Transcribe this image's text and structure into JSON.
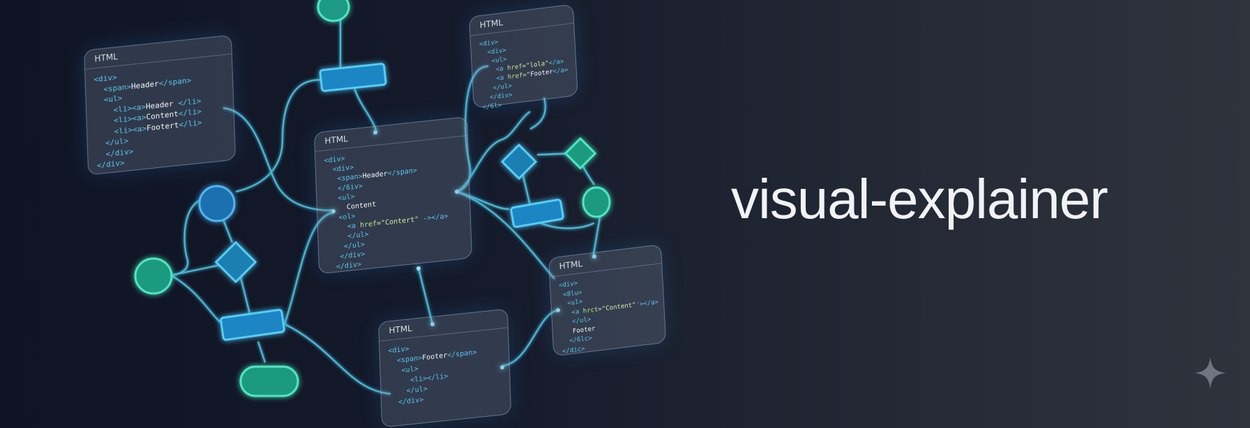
{
  "brand": {
    "title": "visual-explainer"
  },
  "colors": {
    "accent_blue": "#3ab8f0",
    "accent_green": "#3be0b0",
    "connector": "#4fc7e6",
    "title": "#f1f3f6"
  },
  "icons": {
    "sparkle": "sparkle-icon"
  },
  "cards": [
    {
      "header": "HTML",
      "lines": [
        [
          [
            "<div>",
            "tag"
          ]
        ],
        [
          [
            "  <span>",
            "tag"
          ],
          [
            "Header",
            "txt"
          ],
          [
            "</span>",
            "tag"
          ]
        ],
        [
          [
            "  <ul>",
            "tag"
          ]
        ],
        [
          [
            "    <li><a>",
            "tag"
          ],
          [
            "Header ",
            "txt"
          ],
          [
            "</li>",
            "tag"
          ]
        ],
        [
          [
            "    <li><a>",
            "tag"
          ],
          [
            "Content",
            "txt"
          ],
          [
            "</li>",
            "tag"
          ]
        ],
        [
          [
            "    <li><a>",
            "tag"
          ],
          [
            "Footert",
            "txt"
          ],
          [
            "</li>",
            "tag"
          ]
        ],
        [
          [
            "  </ul>",
            "tag"
          ]
        ],
        [
          [
            "  </div>",
            "tag"
          ]
        ],
        [
          [
            "</div>",
            "tag"
          ]
        ]
      ]
    },
    {
      "header": "HTML",
      "lines": [
        [
          [
            "<div>",
            "tag"
          ]
        ],
        [
          [
            "  <div>",
            "tag"
          ]
        ],
        [
          [
            "   <ul>",
            "tag"
          ]
        ],
        [
          [
            "    <a ",
            "tag"
          ],
          [
            "href",
            "attr"
          ],
          [
            "=\"lola\"",
            "str"
          ],
          [
            "</a>",
            "tag"
          ]
        ],
        [
          [
            "    <a ",
            "tag"
          ],
          [
            "href",
            "attr"
          ],
          [
            "=\"",
            "str"
          ],
          [
            "Footer",
            "txt"
          ],
          [
            "</a>",
            "tag"
          ]
        ],
        [
          [
            "   </ul>",
            "tag"
          ]
        ],
        [
          [
            "  </div>",
            "tag"
          ]
        ],
        [
          [
            "</6l>",
            "tag"
          ]
        ]
      ]
    },
    {
      "header": "HTML",
      "lines": [
        [
          [
            "<div>",
            "tag"
          ]
        ],
        [
          [
            "  <div>",
            "tag"
          ]
        ],
        [
          [
            "   <span>",
            "tag"
          ],
          [
            "Header",
            "txt"
          ],
          [
            "</span>",
            "tag"
          ]
        ],
        [
          [
            "   </6iv>",
            "tag"
          ]
        ],
        [
          [
            "   <ul>",
            "tag"
          ]
        ],
        [
          [
            "     ",
            "txt"
          ],
          [
            "Content",
            "txt"
          ]
        ],
        [
          [
            "   <ol>",
            "tag"
          ]
        ],
        [
          [
            "     <a ",
            "tag"
          ],
          [
            "href",
            "attr"
          ],
          [
            "=\"Contert\"",
            "str"
          ],
          [
            " -></a>",
            "tag"
          ]
        ],
        [
          [
            "     </ul>",
            "tag"
          ]
        ],
        [
          [
            "    </ul>",
            "tag"
          ]
        ],
        [
          [
            "   </div>",
            "tag"
          ]
        ],
        [
          [
            "  </div>",
            "tag"
          ]
        ]
      ]
    },
    {
      "header": "HTML",
      "lines": [
        [
          [
            "<div>",
            "tag"
          ]
        ],
        [
          [
            " <8lu>",
            "tag"
          ]
        ],
        [
          [
            "  <ul>",
            "tag"
          ]
        ],
        [
          [
            "   <a ",
            "tag"
          ],
          [
            "hrct",
            "attr"
          ],
          [
            "=\"Content\"",
            "str"
          ],
          [
            "'></a>",
            "tag"
          ]
        ],
        [
          [
            "   </ul>",
            "tag"
          ]
        ],
        [
          [
            "   ",
            "txt"
          ],
          [
            "Footer",
            "txt"
          ]
        ],
        [
          [
            "  </6lc>",
            "tag"
          ]
        ],
        [
          [
            "</dic>",
            "tag"
          ]
        ]
      ]
    },
    {
      "header": "HTML",
      "lines": [
        [
          [
            "<div>",
            "tag"
          ]
        ],
        [
          [
            "  <span>",
            "tag"
          ],
          [
            "Footer",
            "txt"
          ],
          [
            "</span>",
            "tag"
          ]
        ],
        [
          [
            "   <ul>",
            "tag"
          ]
        ],
        [
          [
            "     <li>",
            "tag"
          ],
          [
            "</li>",
            "tag"
          ]
        ],
        [
          [
            "    </ul>",
            "tag"
          ]
        ],
        [
          [
            "  </div>",
            "tag"
          ]
        ]
      ]
    }
  ]
}
